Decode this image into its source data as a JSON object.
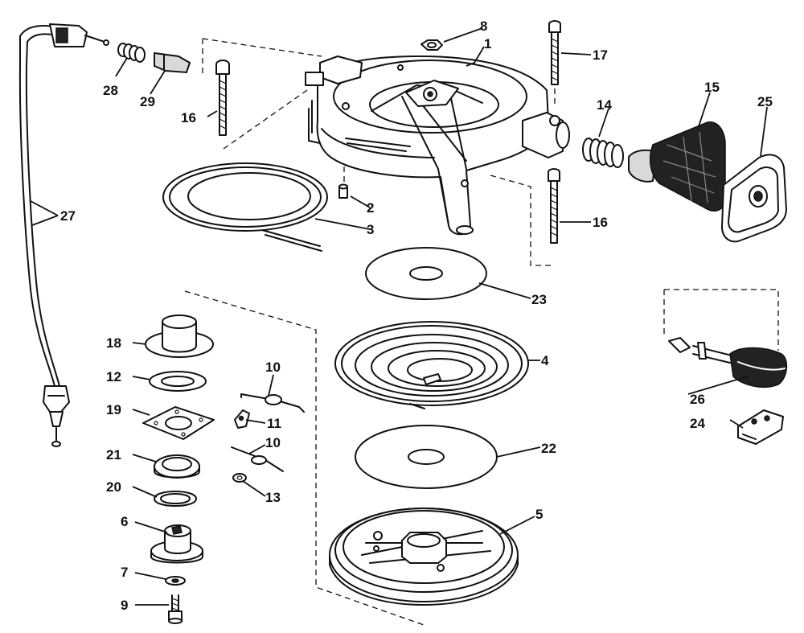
{
  "callouts": {
    "c1": "1",
    "c2": "2",
    "c3": "3",
    "c4": "4",
    "c5": "5",
    "c6": "6",
    "c7": "7",
    "c8": "8",
    "c9": "9",
    "c10a": "10",
    "c10b": "10",
    "c11": "11",
    "c12": "12",
    "c13": "13",
    "c14": "14",
    "c15": "15",
    "c16a": "16",
    "c16b": "16",
    "c17": "17",
    "c18": "18",
    "c19": "19",
    "c20": "20",
    "c21": "21",
    "c22": "22",
    "c23": "23",
    "c24": "24",
    "c25": "25",
    "c26": "26",
    "c27": "27",
    "c28": "28",
    "c29": "29"
  }
}
